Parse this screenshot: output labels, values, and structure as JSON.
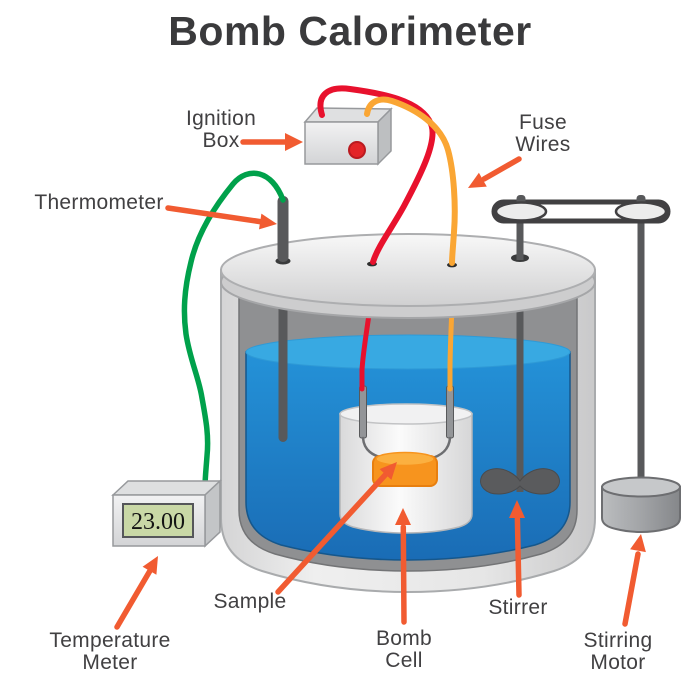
{
  "title": "Bomb Calorimeter",
  "labels": {
    "ignition_box": "Ignition\nBox",
    "fuse_wires": "Fuse\nWires",
    "thermometer": "Thermometer",
    "temperature_meter": "Temperature\nMeter",
    "sample": "Sample",
    "bomb_cell": "Bomb\nCell",
    "stirrer": "Stirrer",
    "stirring_motor": "Stirring\nMotor"
  },
  "meter": {
    "display_value": "23.00"
  },
  "colors": {
    "arrow": "#F15B31",
    "label_text": "#414042",
    "title_text": "#3A3A3C",
    "water_body": "#1F7FC9",
    "water_surface": "#38A9E2",
    "red_wire": "#E8112D",
    "yellow_wire": "#FAA634",
    "green_wire": "#00A14B",
    "sample_orange": "#F7941E",
    "sample_top_orange": "#FBB040",
    "metal_dark": "#58595B",
    "vessel_gray": "#E4E4E4",
    "inner_wall_gray": "#8F9092",
    "lcd_background": "#C9D8A6",
    "ignition_button_red": "#E32528"
  }
}
